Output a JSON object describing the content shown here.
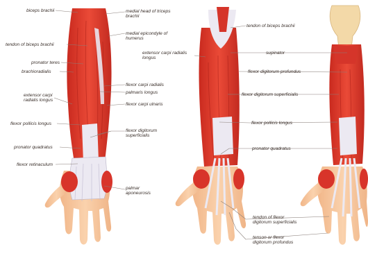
{
  "figure": {
    "colors": {
      "muscle": "#e0392b",
      "muscle_dark": "#b8241b",
      "tendon": "#e9e6f0",
      "skin": "#f6c59a",
      "bone": "#f3d9a8",
      "line": "#8a7f7a"
    },
    "labels": {
      "biceps_brachii": "biceps brachii",
      "tendon_of_biceps_brachii_left": "tendon of biceps brachii",
      "pronator_teres": "pronator teres",
      "brachioradialis": "brachioradialis",
      "ecrl_left": [
        "extensor carpi",
        "radialis longus"
      ],
      "flexor_pollicis_longus_left": "flexor pollicis longus",
      "pronator_quadratus_left": "pronator quadratus",
      "flexor_retinaculum": "flexor retinaculum",
      "medial_head_triceps": [
        "medial head of triceps",
        "brachii"
      ],
      "medial_epicondyle": [
        "medial epicondyle of",
        "humerus"
      ],
      "flexor_carpi_radialis": "flexor carpi radialis",
      "palmaris_longus": "palmaris longus",
      "flexor_carpi_ulnaris": "flexor carpi ulnaris",
      "fds_left": [
        "flexor digitorum",
        "superficialis"
      ],
      "palmar_aponeurosis": [
        "palmar",
        "aponeurosis"
      ],
      "tendon_of_biceps_brachii_mid": "tendon of biceps brachii",
      "ecrl_mid": [
        "extensor carpi radialis",
        "longus"
      ],
      "fds_mid": "flexor digitorum superficialis",
      "flexor_pollicis_longus_mid": "flexor pollicis longus",
      "pronator_quadratus_mid": "pronator quadratus",
      "supinator": "supinator",
      "fdp": "flexor digitorum profundus",
      "tendon_fds": [
        "tendon of flexor",
        "digitorum superficialis"
      ],
      "tendon_fdp": [
        "tenson or flexor",
        "digitorum profundus"
      ]
    }
  }
}
